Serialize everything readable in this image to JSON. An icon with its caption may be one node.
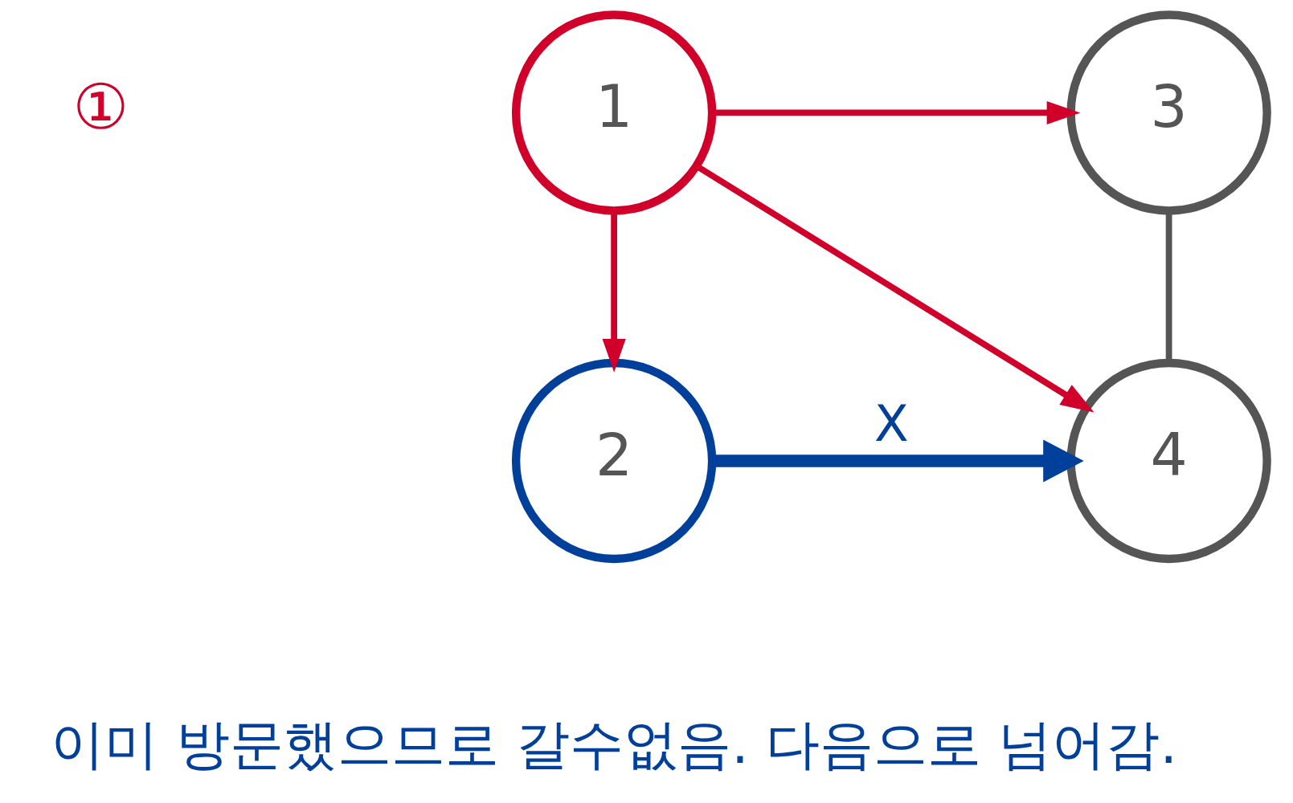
{
  "diagram": {
    "nodes": [
      {
        "text": [
          "1"
        ]
      },
      {
        "text": [
          "3"
        ]
      },
      {
        "text": [
          "2"
        ]
      },
      {
        "text": [
          "4"
        ]
      }
    ],
    "edges": [
      {
        "from": 0,
        "to": 1,
        "arrow": "to"
      },
      {
        "from": 0,
        "to": 2,
        "arrow": "to"
      },
      {
        "from": 0,
        "to": 3,
        "arrow": "to"
      },
      {
        "from": 1,
        "to": 3,
        "arrow": "none",
        "color": "#555555"
      },
      {
        "from": 2,
        "to": 3,
        "arrow": "to",
        "label": "X",
        "style": "thick",
        "color": "#003f9a"
      }
    ],
    "labels": [
      "①",
      "이미 방문했으므로 갈수없음. 다음으로 넘어감."
    ]
  }
}
